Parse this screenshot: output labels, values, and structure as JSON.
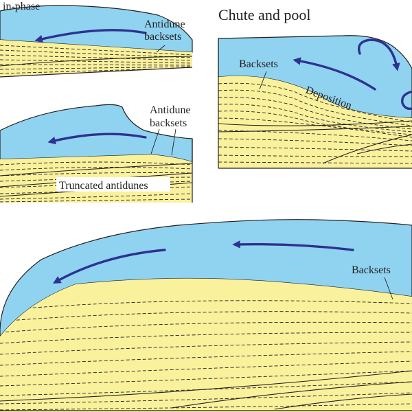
{
  "labels": {
    "in_phase": "in-phase",
    "chute_and_pool": "Chute and pool",
    "antidune_backsets_1_line1": "Antidune",
    "antidune_backsets_1_line2": "backsets",
    "antidune_backsets_2_line1": "Antidune",
    "antidune_backsets_2_line2": "backsets",
    "truncated_antidunes": "Truncated antidunes",
    "backsets_chute": "Backsets",
    "deposition": "Deposition",
    "backsets_large": "Backsets"
  },
  "colors": {
    "water": "#8fd3f0",
    "sand": "#faf19d",
    "line": "#231f20",
    "flow_arrow": "#2e3192"
  }
}
